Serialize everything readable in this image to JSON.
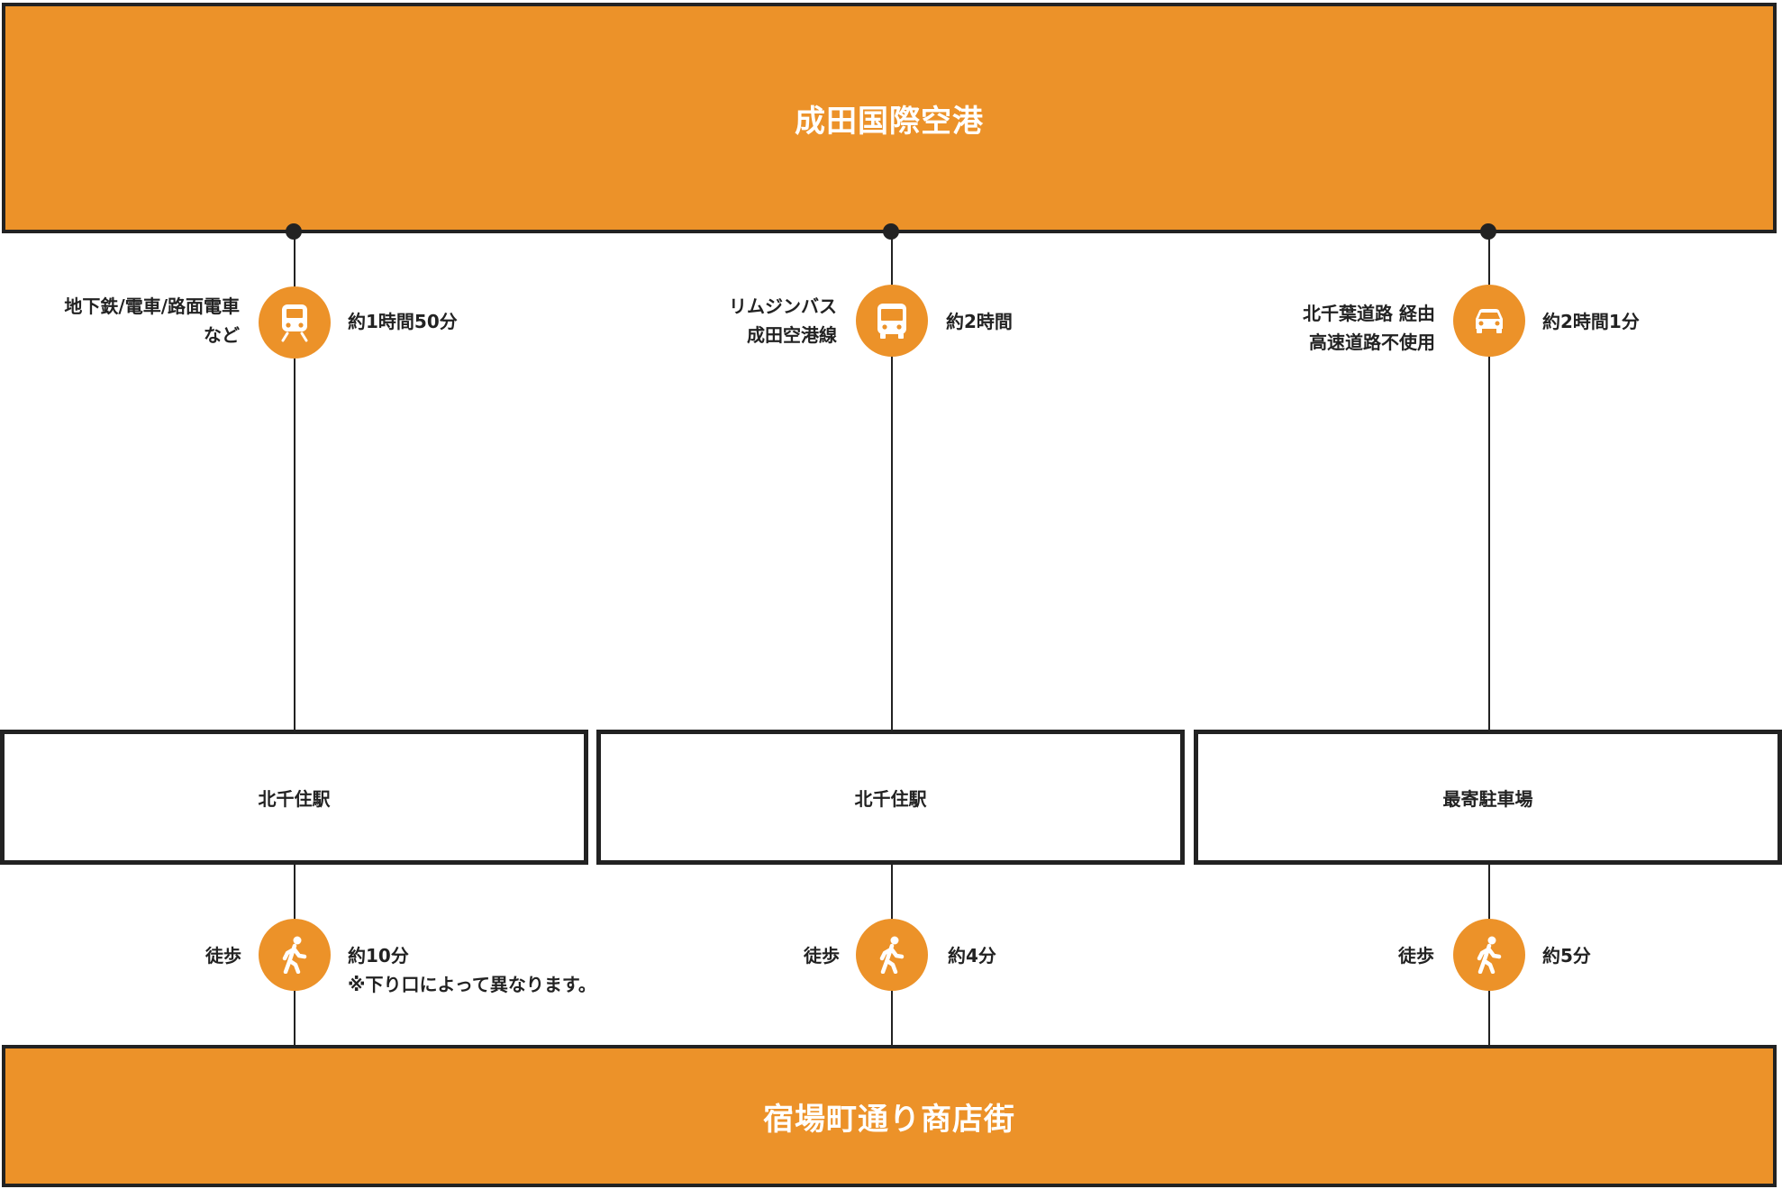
{
  "top": {
    "title": "成田国際空港"
  },
  "bottom": {
    "title": "宿場町通り商店街"
  },
  "routes": [
    {
      "mode_line1": "地下鉄/電車/路面電車",
      "mode_line2": "など",
      "duration": "約1時間50分",
      "icon": "train-icon",
      "station": "北千住駅",
      "walk_label": "徒歩",
      "walk_time": "約10分",
      "walk_note": "※下り口によって異なります。"
    },
    {
      "mode_line1": "リムジンバス",
      "mode_line2": "成田空港線",
      "duration": "約2時間",
      "icon": "bus-icon",
      "station": "北千住駅",
      "walk_label": "徒歩",
      "walk_time": "約4分",
      "walk_note": ""
    },
    {
      "mode_line1": "北千葉道路 経由",
      "mode_line2": "高速道路不使用",
      "duration": "約2時間1分",
      "icon": "car-icon",
      "station": "最寄駐車場",
      "walk_label": "徒歩",
      "walk_time": "約5分",
      "walk_note": ""
    }
  ],
  "colors": {
    "accent": "#ec9229",
    "line": "#222222"
  }
}
